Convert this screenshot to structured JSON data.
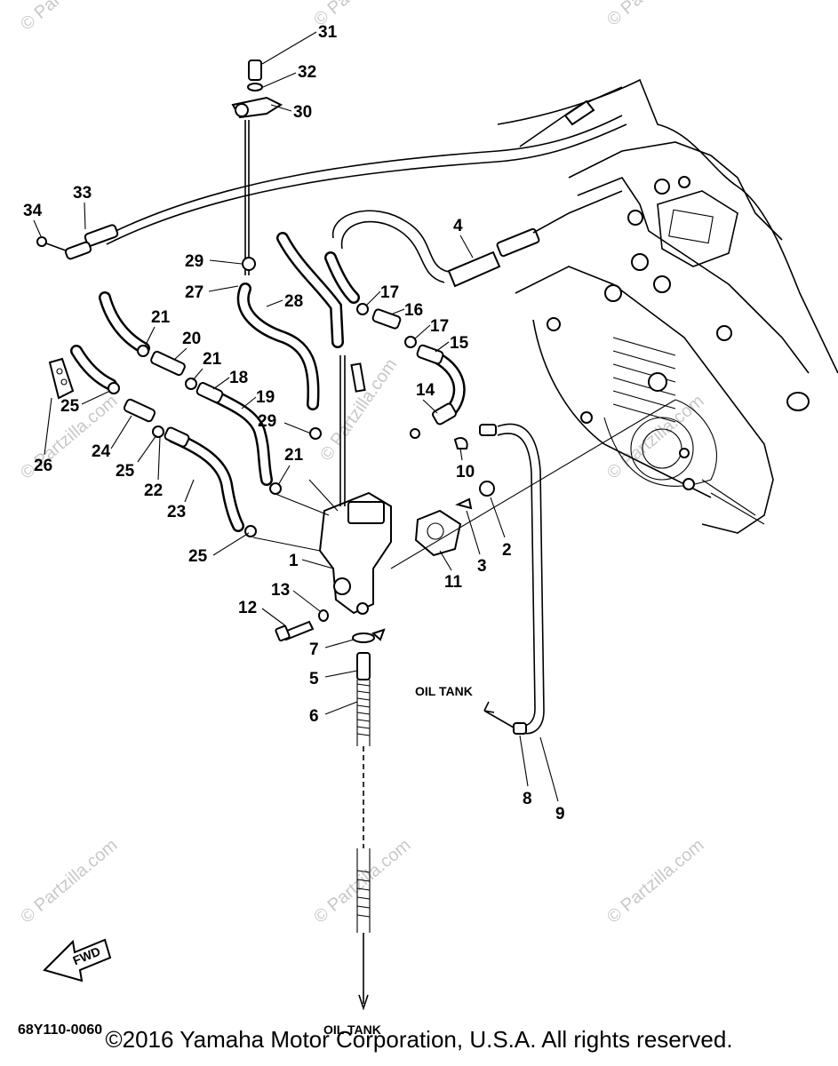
{
  "watermark": "© Partzilla.com",
  "callouts": [
    "1",
    "2",
    "3",
    "4",
    "5",
    "6",
    "7",
    "8",
    "9",
    "10",
    "11",
    "12",
    "13",
    "14",
    "15",
    "16",
    "17",
    "17",
    "18",
    "19",
    "20",
    "21",
    "21",
    "21",
    "22",
    "23",
    "24",
    "25",
    "25",
    "25",
    "26",
    "27",
    "28",
    "29",
    "29",
    "30",
    "31",
    "32",
    "33",
    "34"
  ],
  "annotations": {
    "oil_tank_upper": "OIL TANK",
    "oil_tank_lower": "OIL TANK",
    "fwd": "FWD"
  },
  "diagram_code": "68Y110-0060",
  "copyright": "©2016  Yamaha Motor Corporation, U.S.A. All rights reserved."
}
